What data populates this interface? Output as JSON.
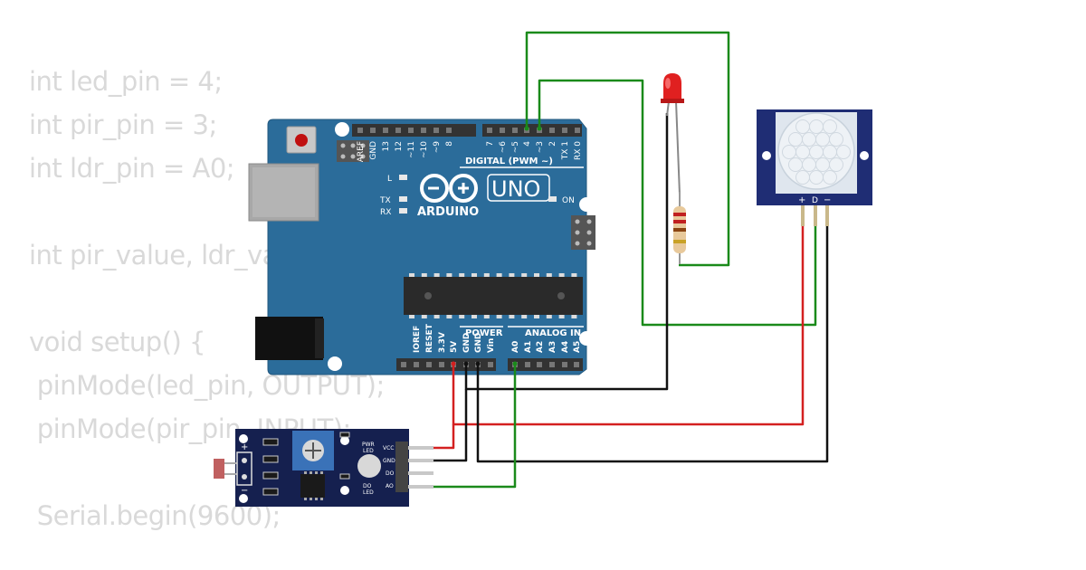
{
  "code_lines": [
    "int led_pin = 4;",
    "int pir_pin = 3;",
    "int ldr_pin = A0;",
    "",
    "int pir_value, ldr_value;",
    "",
    "void setup() {",
    " pinMode(led_pin, OUTPUT);",
    " pinMode(pir_pin, INPUT);",
    "",
    " Serial.begin(9600);"
  ],
  "arduino": {
    "brand": "ARDUINO",
    "model": "UNO",
    "digital_label": "DIGITAL (PWM ~)",
    "power_label": "POWER",
    "analog_label": "ANALOG IN",
    "on_label": "ON",
    "l_label": "L",
    "tx_label": "TX",
    "rx_label": "RX",
    "top_pins": [
      "AREF",
      "GND",
      "13",
      "12",
      "~11",
      "~10",
      "~9",
      "8",
      "7",
      "~6",
      "~5",
      "4",
      "~3",
      "2",
      "TX 1",
      "RX 0"
    ],
    "bottom_pins": [
      "IOREF",
      "RESET",
      "3.3V",
      "5V",
      "GND",
      "GND",
      "Vin",
      "A0",
      "A1",
      "A2",
      "A3",
      "A4",
      "A5"
    ]
  },
  "pir": {
    "plus": "+",
    "d": "D",
    "minus": "−"
  },
  "ldr_module": {
    "pwr_led": [
      "PWR",
      "LED"
    ],
    "do_led": [
      "DO",
      "LED"
    ],
    "pins": [
      "VCC",
      "GND",
      "DO",
      "AO"
    ],
    "plus": "+",
    "minus": "−"
  },
  "colors": {
    "board": "#2b6c9a",
    "wire_green": "#1a8a1a",
    "wire_red": "#d42020",
    "wire_black": "#111111",
    "pir_board": "#1f2d74",
    "ldr_board": "#15204f",
    "led": "#e02020"
  }
}
